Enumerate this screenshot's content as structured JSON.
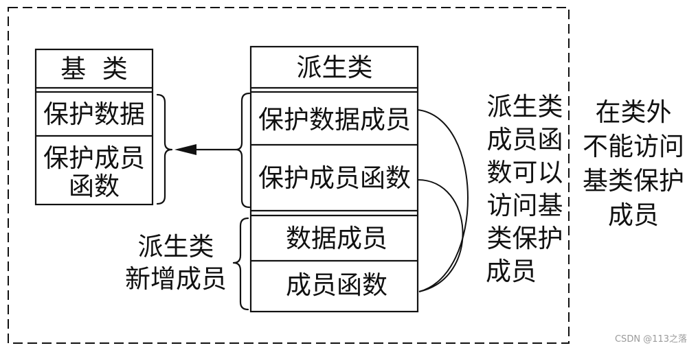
{
  "base_class": {
    "title": "基  类",
    "protected_data": "保护数据",
    "protected_member_line1": "保护成员",
    "protected_member_line2": "函数"
  },
  "derived_class": {
    "title": "派生类",
    "protected_data_member": "保护数据成员",
    "protected_member_function": "保护成员函数",
    "data_member": "数据成员",
    "member_function": "成员函数"
  },
  "new_members_label": {
    "line1": "派生类",
    "line2": "新增成员"
  },
  "access_note": {
    "lines": [
      "派生类",
      "成员函",
      "数可以",
      "访问基",
      "类保护",
      "成员"
    ]
  },
  "outside_note": {
    "lines": [
      "在类外",
      "不能访问",
      "基类保护",
      "成员"
    ]
  },
  "watermark": "CSDN @113之落"
}
